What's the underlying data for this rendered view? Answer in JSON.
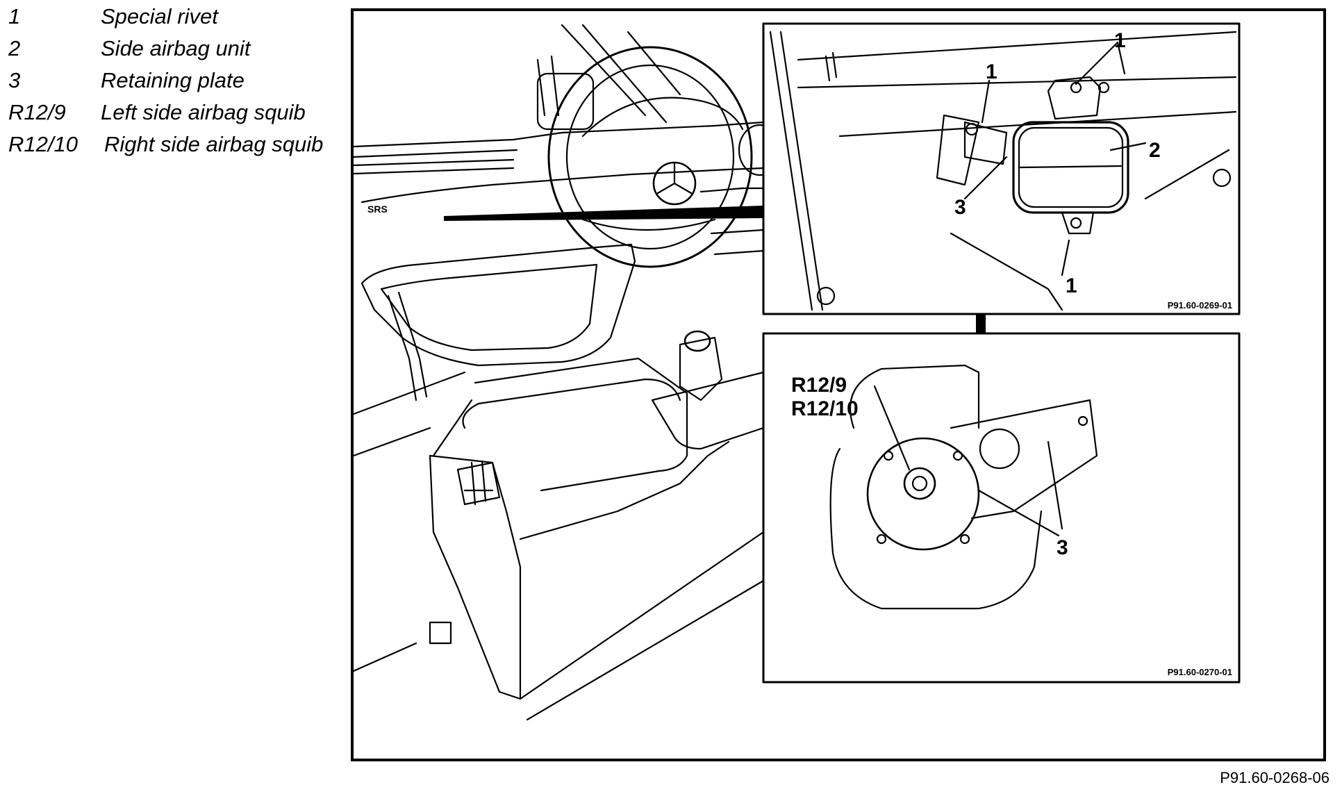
{
  "legend": [
    {
      "code": "1",
      "description": "Special rivet"
    },
    {
      "code": "2",
      "description": "Side airbag unit"
    },
    {
      "code": "3",
      "description": "Retaining plate"
    },
    {
      "code": "R12/9",
      "description": "Left side airbag squib"
    },
    {
      "code": "R12/10",
      "description": "Right side airbag squib"
    }
  ],
  "main_view": {
    "dash_label": "SRS"
  },
  "detail_top": {
    "callouts": {
      "c1a": "1",
      "c1b": "1",
      "c1c": "1",
      "c2": "2",
      "c3": "3"
    },
    "figure_code": "P91.60-0269-01"
  },
  "detail_bottom": {
    "squib_label_1": "R12/9",
    "squib_label_2": "R12/10",
    "callout_3": "3",
    "figure_code": "P91.60-0270-01"
  },
  "figure_code": "P91.60-0268-06"
}
